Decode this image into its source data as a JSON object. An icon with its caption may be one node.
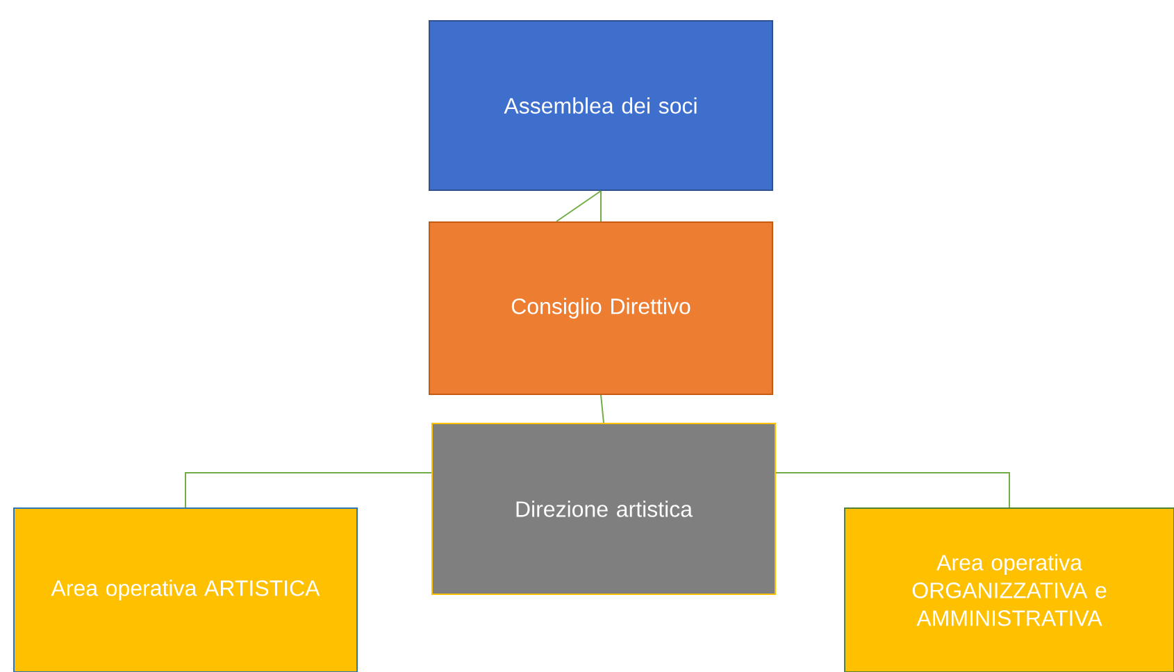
{
  "diagram": {
    "nodes": [
      {
        "text": [
          "Assemblea dei soci"
        ]
      },
      {
        "text": [
          "Consiglio Direttivo"
        ]
      },
      {
        "text": [
          "Direzione artistica"
        ]
      },
      {
        "text": [
          "Area operativa ARTISTICA"
        ]
      },
      {
        "text": [
          "Area operativa ORGANIZZATIVA e AMMINISTRATIVA"
        ]
      }
    ],
    "edges": [
      {
        "from": 0,
        "to": 1,
        "arrow": "none"
      },
      {
        "from": 0,
        "to": 1,
        "arrow": "none"
      },
      {
        "from": 1,
        "to": 2,
        "arrow": "none"
      },
      {
        "from": 2,
        "to": 3,
        "arrow": "none"
      },
      {
        "from": 2,
        "to": 4,
        "arrow": "none"
      }
    ]
  }
}
